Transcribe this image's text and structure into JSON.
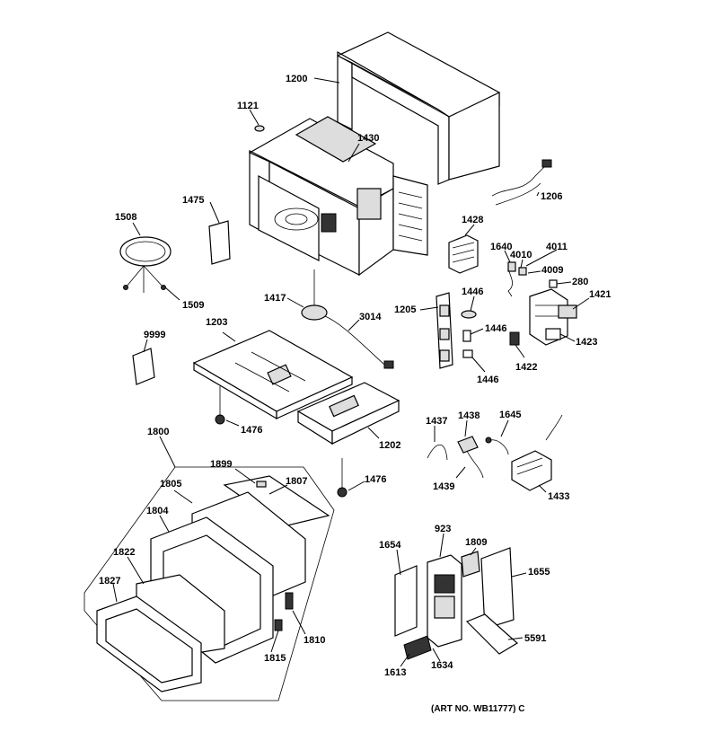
{
  "diagram": {
    "art_number": "(ART NO. WB11777) C",
    "parts": {
      "p1200": "1200",
      "p1121": "1121",
      "p1430": "1430",
      "p1206": "1206",
      "p1475": "1475",
      "p1508": "1508",
      "p1428": "1428",
      "p1640": "1640",
      "p4010": "4010",
      "p4011": "4011",
      "p4009": "4009",
      "p280": "280",
      "p1421": "1421",
      "p1509": "1509",
      "p1417": "1417",
      "p3014": "3014",
      "p1205": "1205",
      "p1446a": "1446",
      "p1446b": "1446",
      "p1446c": "1446",
      "p1423": "1423",
      "p1422": "1422",
      "p9999": "9999",
      "p1203": "1203",
      "p1476a": "1476",
      "p1476b": "1476",
      "p1202": "1202",
      "p1437": "1437",
      "p1438": "1438",
      "p1645": "1645",
      "p1439": "1439",
      "p1433": "1433",
      "p1800": "1800",
      "p1899": "1899",
      "p1805": "1805",
      "p1807": "1807",
      "p1804": "1804",
      "p1822": "1822",
      "p1827": "1827",
      "p1815": "1815",
      "p1810": "1810",
      "p923": "923",
      "p1654": "1654",
      "p1809": "1809",
      "p1655": "1655",
      "p5591": "5591",
      "p1613": "1613",
      "p1634": "1634"
    }
  }
}
